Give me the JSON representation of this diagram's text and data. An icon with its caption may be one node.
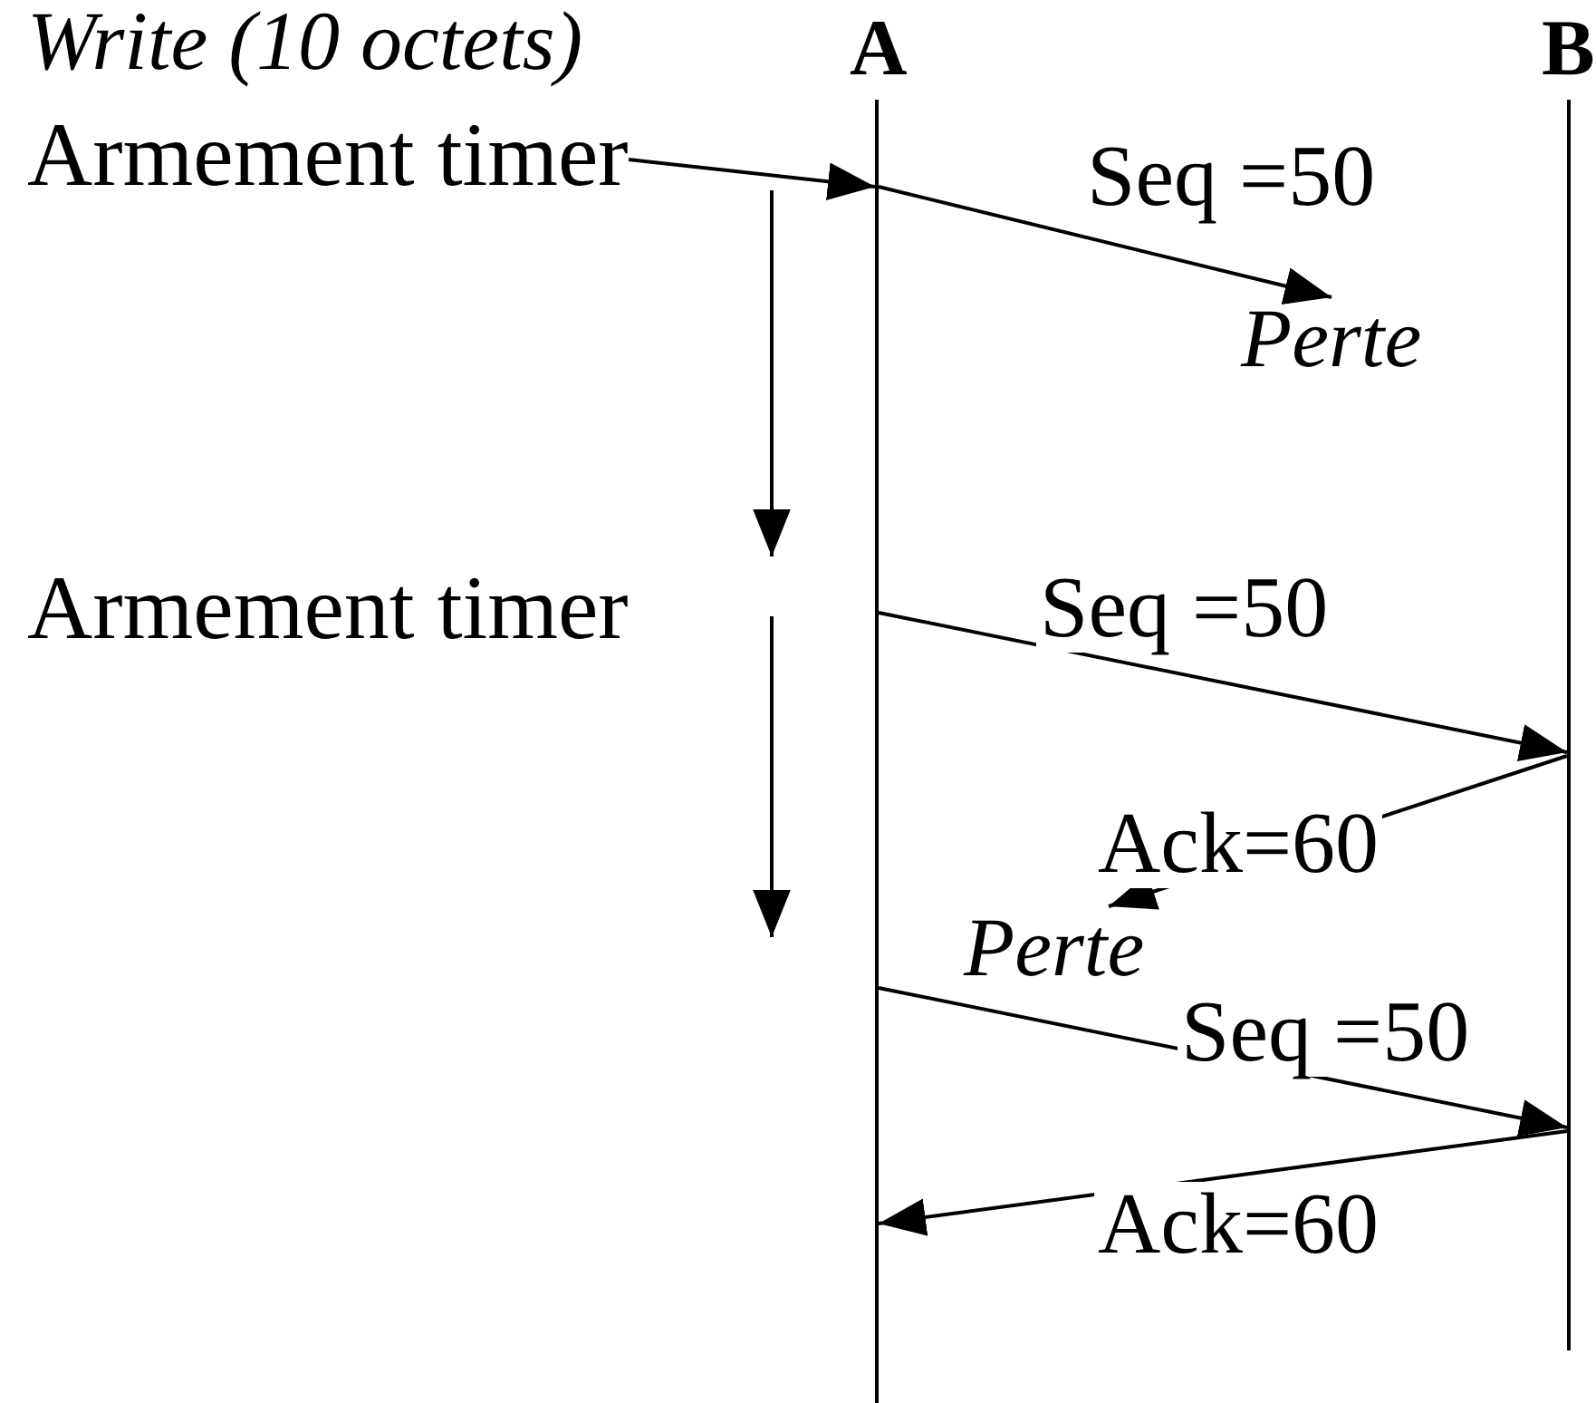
{
  "diagram": {
    "nodes": [
      {
        "text": [
          "A"
        ]
      },
      {
        "text": [
          "B"
        ]
      },
      {
        "text": [
          "Write (10 octets)",
          "Armement timer"
        ]
      },
      {
        "text": [
          "Perte"
        ]
      },
      {
        "text": [
          "Perte"
        ]
      }
    ],
    "edges": [
      {
        "from": 2,
        "to": 0,
        "arrow": "to"
      },
      {
        "from": 0,
        "to": 3,
        "arrow": "to",
        "label": "Seq =50"
      },
      {
        "from": 0,
        "to": 1,
        "arrow": "to",
        "label": "Seq =50"
      },
      {
        "from": 1,
        "to": 4,
        "arrow": "to",
        "label": "Ack=60"
      },
      {
        "from": 0,
        "to": 1,
        "arrow": "to",
        "label": "Seq =50"
      },
      {
        "from": 1,
        "to": 0,
        "arrow": "to",
        "label": "Ack=60"
      }
    ],
    "labels": [
      "Armement timer"
    ]
  }
}
